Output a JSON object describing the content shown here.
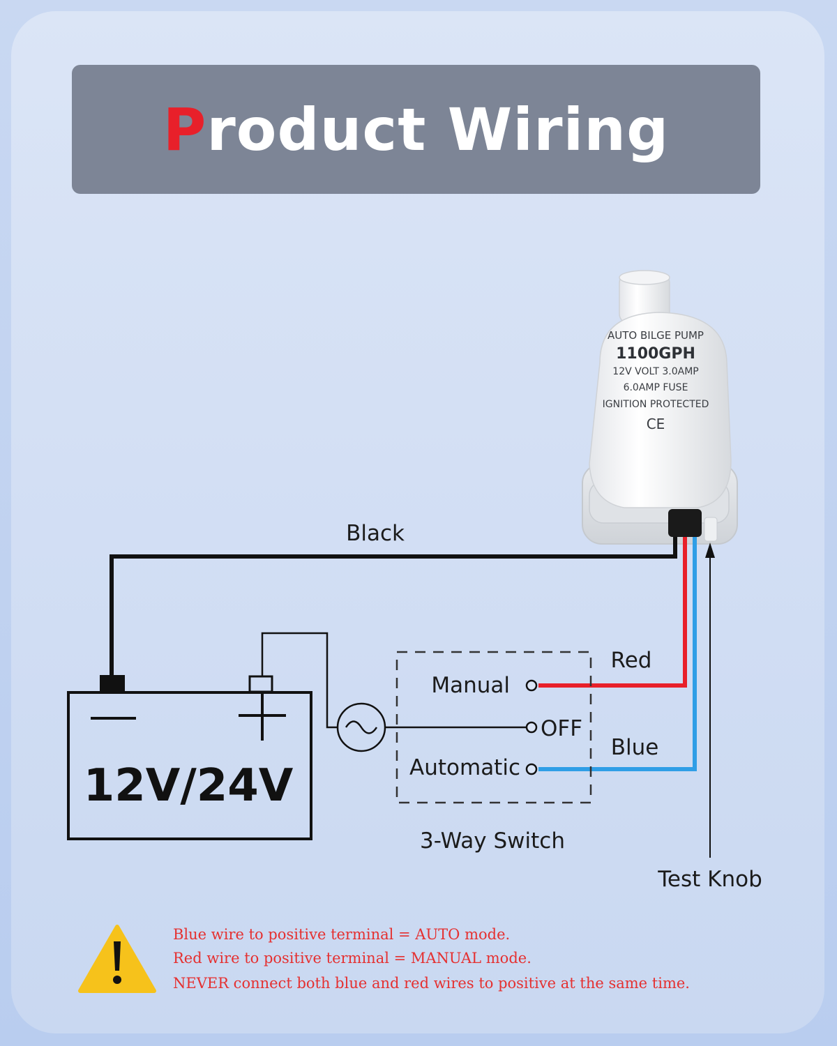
{
  "banner": {
    "title_first": "P",
    "title_rest": "roduct Wiring"
  },
  "pump": {
    "line1": "AUTO BILGE PUMP",
    "line2": "1100GPH",
    "line3": "12V VOLT 3.0AMP",
    "line4": "6.0AMP FUSE",
    "line5": "IGNITION PROTECTED",
    "mark": "CE"
  },
  "battery": {
    "label": "12V/24V"
  },
  "wires": {
    "black": "Black",
    "red": "Red",
    "blue": "Blue"
  },
  "switch": {
    "manual": "Manual",
    "off": "OFF",
    "automatic": "Automatic",
    "caption": "3-Way Switch"
  },
  "test_knob": "Test Knob",
  "warning": {
    "lines": [
      "Blue wire to positive terminal = AUTO mode.",
      "Red wire to positive terminal = MANUAL mode.",
      "NEVER connect both blue and red wires to positive at the same time."
    ]
  },
  "colors": {
    "black_wire": "#111111",
    "red_wire": "#e8202a",
    "blue_wire": "#2f9ee6",
    "warning_text": "#e53030",
    "warning_icon": "#f6c21b",
    "banner_bg": "#7d8596"
  }
}
